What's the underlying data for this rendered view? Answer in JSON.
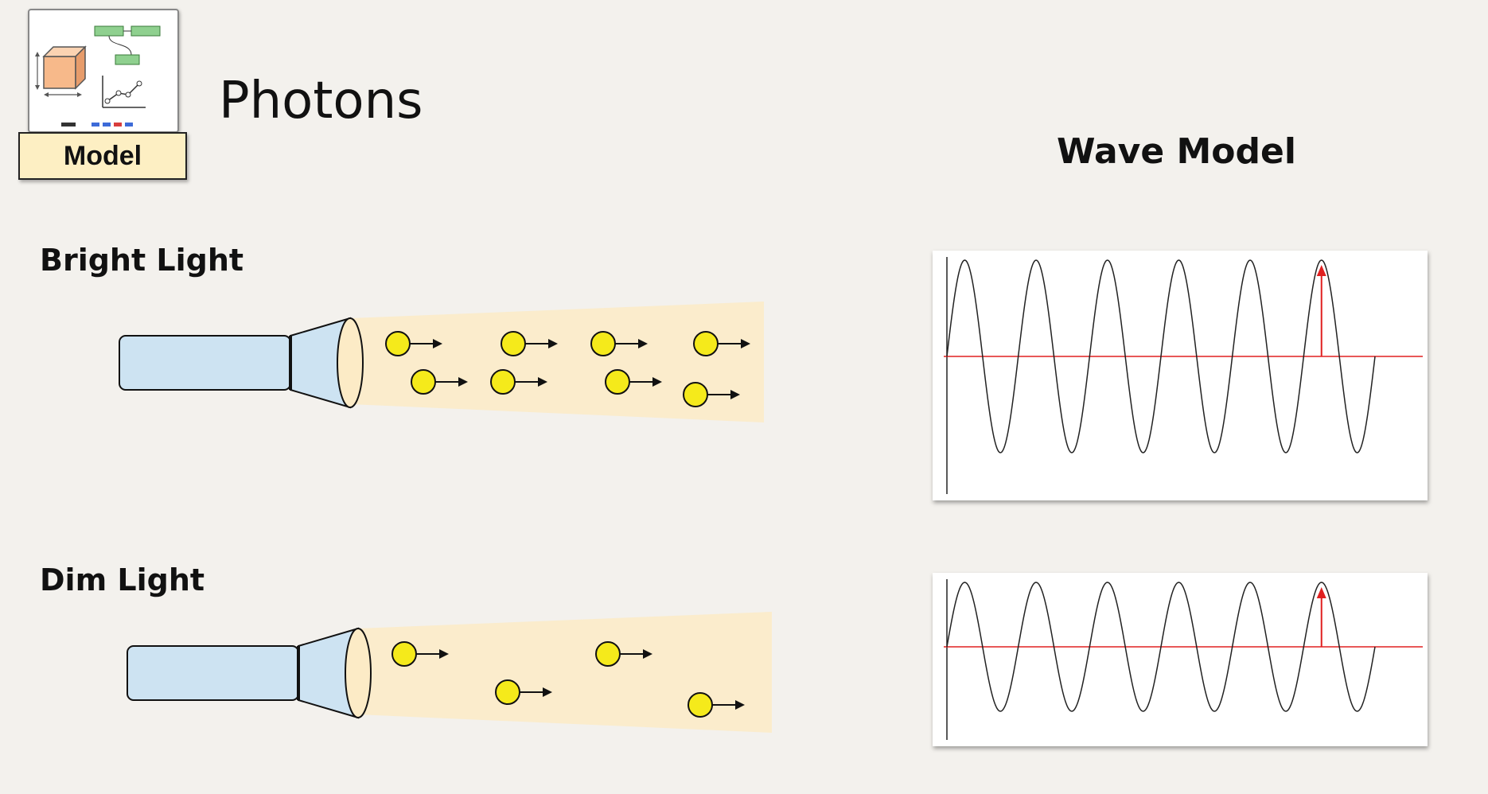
{
  "title": "Photons",
  "badge": {
    "label": "Model",
    "icon": "model-icon"
  },
  "wave_model_heading": "Wave Model",
  "sections": [
    {
      "id": "bright",
      "label": "Bright Light",
      "photon_count": 8
    },
    {
      "id": "dim",
      "label": "Dim Light",
      "photon_count": 4
    }
  ],
  "colors": {
    "flashlight_body": "#cde3f2",
    "flashlight_head": "#cde3f2",
    "lens": "#fcebc6",
    "beam": "#fcebc6",
    "photon": "#f5ea1b",
    "wave": "#222222",
    "baseline": "#e02020",
    "amplitude_arrow": "#e02020",
    "badge_label_bg": "#fdefc3"
  },
  "wave_panels": [
    {
      "id": "bright",
      "cycles": 6
    },
    {
      "id": "dim",
      "cycles": 6
    }
  ]
}
